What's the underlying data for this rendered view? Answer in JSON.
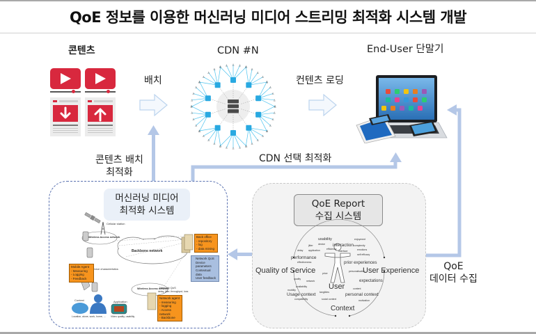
{
  "title": "QoE 정보를 이용한 머신러닝 미디어 스트리밍 최적화 시스템 개발",
  "nodes": {
    "contents": {
      "label": "콘텐츠",
      "icons": [
        "video-play-icon",
        "video-play-icon",
        "download-document-icon",
        "upload-document-icon"
      ]
    },
    "cdn": {
      "label": "CDN #N",
      "icon": "cdn-network-icon"
    },
    "end_user": {
      "label": "End-User 단말기",
      "icon": "user-devices-icon"
    }
  },
  "edges": {
    "deploy": "배치",
    "content_loading": "컨텐츠 로딩",
    "content_deploy_opt": [
      "콘텐츠 배치",
      "최적화"
    ],
    "cdn_select_opt": "CDN 선택 최적화",
    "qoe_data_collect": [
      "QoE",
      "데이터 수집"
    ]
  },
  "ml_panel": {
    "title": [
      "머신러닝 미디어",
      "최적화 시스템"
    ],
    "figure": {
      "clouds": [
        "Backbone network",
        "Wireless Access network",
        "Wireless Access network"
      ],
      "mobile_agent": [
        "Mobile Agent",
        "- Measuring",
        "- Logging",
        "- Feedback"
      ],
      "back_office": [
        "Back office",
        "- repository",
        "- log",
        "- data mining"
      ],
      "data_list": [
        "Network QoS",
        "Device parameters",
        "Contextual data",
        "User feedback"
      ],
      "network_agent": [
        "Network agent",
        "- measuring",
        "- logging",
        "- Access network",
        "- Backbone"
      ],
      "labels": {
        "network_qos": "Network QoS",
        "network_qos_sub": "delay, jitter, throughput, loss",
        "device_char": "Device characteristics",
        "context": "Context",
        "context_sub": "Location, alone, work, home, ...",
        "application": "Application",
        "application_sub": "Video quality, usability",
        "antenna": "Cellular station"
      }
    }
  },
  "qoe_panel": {
    "title": [
      "QoE Report",
      "수집 시스템"
    ],
    "figure": {
      "center": "User",
      "axes": [
        "Quality of Service",
        "User Experience",
        "Context"
      ],
      "words_large": [
        "performance",
        "interaction",
        "usability",
        "prior experiences",
        "expectations",
        "Usage context",
        "personal context"
      ],
      "words_small": [
        "enjoyment",
        "jitter",
        "device",
        "complexity",
        "efficiency",
        "delay",
        "application",
        "interface",
        "emotions",
        "self efficacy",
        "effectiveness",
        "price",
        "personalisation",
        "quality",
        "network",
        "availability",
        "mobility",
        "tangibles",
        "content",
        "compatibility",
        "social context",
        "motivation"
      ]
    }
  },
  "colors": {
    "arrow_blue": "#b4c7e7",
    "hollow_arrow": "#bcd4ee",
    "brand_red": "#d8283e",
    "cdn_cyan": "#29a9e1",
    "ml_border": "#5870b0",
    "qoe_bg": "#f3f3f3"
  }
}
